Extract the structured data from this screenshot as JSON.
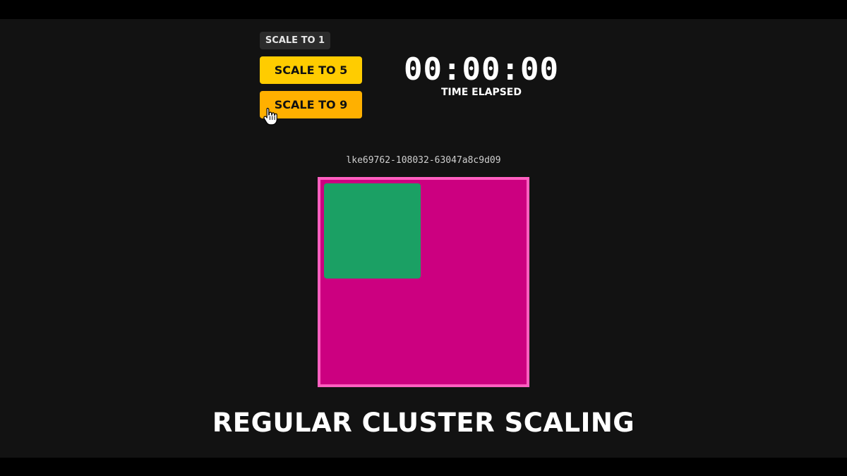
{
  "controls": {
    "scale_to_1_label": "SCALE TO 1",
    "scale_to_5_label": "SCALE TO 5",
    "scale_to_9_label": "SCALE TO 9"
  },
  "timer": {
    "value": "00:00:00",
    "label": "TIME ELAPSED"
  },
  "cluster": {
    "id": "lke69762-108032-63047a8c9d09",
    "node_count": 1
  },
  "caption": "REGULAR CLUSTER SCALING",
  "cursor_icon": "hand-pointer-icon",
  "colors": {
    "stage_background": "#121212",
    "letterbox": "#000000",
    "button_grey": "#2b2b2b",
    "button_yellow": "#ffcc00",
    "button_orange": "#ffb000",
    "cluster_fill": "#cc0080",
    "cluster_border": "#ff5fc0",
    "node_fill": "#1ba064"
  }
}
